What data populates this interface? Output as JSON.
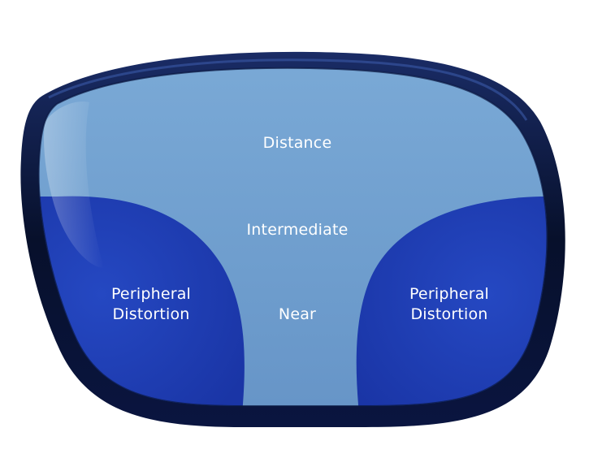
{
  "zones": {
    "distance": "Distance",
    "intermediate": "Intermediate",
    "near": "Near",
    "left_peripheral": {
      "line1": "Peripheral",
      "line2": "Distortion"
    },
    "right_peripheral": {
      "line1": "Peripheral",
      "line2": "Distortion"
    }
  },
  "colors": {
    "frame": "#0c1633",
    "clear_zone": "#6fa0cf",
    "distortion_zone": "#1f3fb5",
    "label": "#ffffff"
  }
}
